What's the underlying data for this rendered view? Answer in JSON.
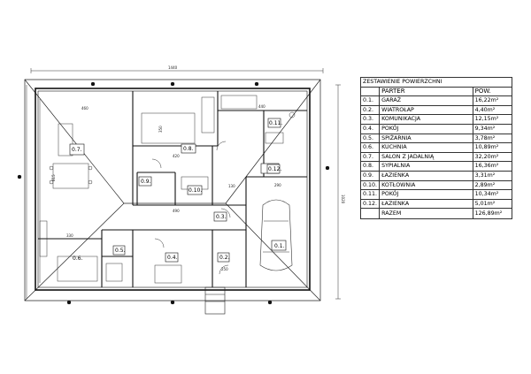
{
  "plan": {
    "dims": {
      "overall_width": "1440",
      "overall_depth": "1020",
      "garage_width": "290",
      "salon_width": "460",
      "top_right_width": "440",
      "bedroom_width": "420",
      "corridor_width": "490",
      "left_depth": "815",
      "bedroom_depth": "350",
      "small_a": "130",
      "small_b": "250",
      "bottom_left": "330"
    },
    "rooms": [
      {
        "id": "0.1",
        "name": "garage-label"
      },
      {
        "id": "0.2",
        "name": "windlock-label"
      },
      {
        "id": "0.3",
        "name": "corridor-label"
      },
      {
        "id": "0.4",
        "name": "room-label"
      },
      {
        "id": "0.5",
        "name": "pantry-label"
      },
      {
        "id": "0.6",
        "name": "kitchen-label"
      },
      {
        "id": "0.7",
        "name": "living-label"
      },
      {
        "id": "0.8",
        "name": "bedroom-label"
      },
      {
        "id": "0.9",
        "name": "bathroom-label"
      },
      {
        "id": "0.10",
        "name": "boiler-label"
      },
      {
        "id": "0.11",
        "name": "room-2-label"
      },
      {
        "id": "0.12",
        "name": "bathroom-2-label"
      }
    ]
  },
  "table": {
    "title": "ZESTAWIENIE POWIERZCHNI",
    "floor": "PARTER",
    "area_header": "POW.",
    "rows": [
      {
        "no": "0.1.",
        "name": "GARAŻ",
        "area": "16,22m²"
      },
      {
        "no": "0.2.",
        "name": "WIATROŁAP",
        "area": "4,40m²"
      },
      {
        "no": "0.3.",
        "name": "KOMUNIKACJA",
        "area": "12,15m²"
      },
      {
        "no": "0.4.",
        "name": "POKÓJ",
        "area": "9,34m²"
      },
      {
        "no": "0.5.",
        "name": "SPIŻARNIA",
        "area": "3,78m²"
      },
      {
        "no": "0.6.",
        "name": "KUCHNIA",
        "area": "10,89m²"
      },
      {
        "no": "0.7.",
        "name": "SALON Z JADALNIĄ",
        "area": "32,20m²"
      },
      {
        "no": "0.8.",
        "name": "SYPIALNIA",
        "area": "16,36m²"
      },
      {
        "no": "0.9.",
        "name": "ŁAZIENKA",
        "area": "3,31m²"
      },
      {
        "no": "0.10.",
        "name": "KOTŁOWNIA",
        "area": "2,89m²"
      },
      {
        "no": "0.11.",
        "name": "POKÓJ",
        "area": "10,34m²"
      },
      {
        "no": "0.12.",
        "name": "ŁAZIENKA",
        "area": "5,01m²"
      }
    ],
    "total_label": "RAZEM",
    "total_area": "126,89m²"
  }
}
